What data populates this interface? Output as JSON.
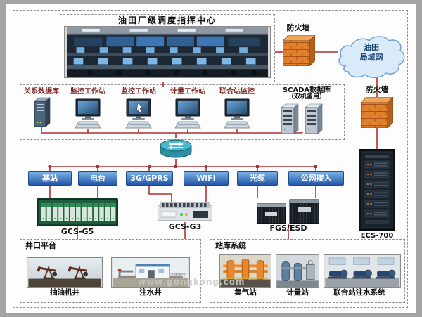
{
  "watermark": "www.gongkong.com",
  "control_center": {
    "title": "油田厂级调度指挥中心"
  },
  "network": {
    "firewall_top": "防火墙",
    "firewall_right": "防火墙",
    "cloud_line1": "油田",
    "cloud_line2": "局域网"
  },
  "workstations": {
    "labels": [
      "关系数据库",
      "监控工作站",
      "监控工作站",
      "计量工作站",
      "联合站监控"
    ],
    "scada_line1": "SCADA数据库",
    "scada_line2": "（双机备用）"
  },
  "comm_nodes": [
    "基站",
    "电台",
    "3G/GPRS",
    "WiFi",
    "光缆",
    "公网接入"
  ],
  "devices": [
    "GCS-G5",
    "GCS-G3",
    "FGS/ESD",
    "ECS-700"
  ],
  "wellhead": {
    "title": "井口平台",
    "items": [
      "抽油机井",
      "注水井"
    ]
  },
  "station": {
    "title": "站库系统",
    "items": [
      "集气站",
      "计量站",
      "联合站注水系统"
    ]
  },
  "colors": {
    "line": "#b03030",
    "comm_top": "#7db6e8",
    "comm_bottom": "#2456a8",
    "firewall": "#e2802e"
  }
}
